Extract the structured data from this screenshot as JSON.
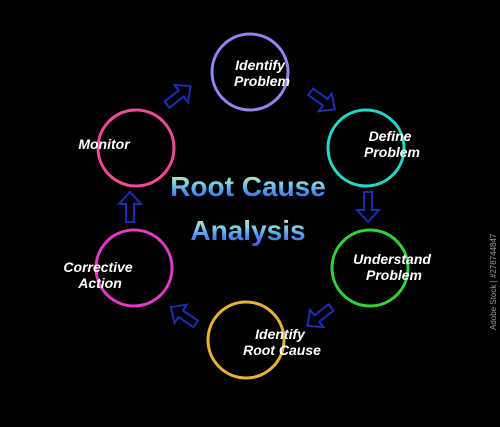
{
  "title": {
    "line1": "Root Cause",
    "line2": "Analysis"
  },
  "nodes": [
    {
      "line1": "Identify",
      "line2": "Problem",
      "color": "#8f86f0"
    },
    {
      "line1": "Define",
      "line2": "Problem",
      "color": "#22d6c8"
    },
    {
      "line1": "Understand",
      "line2": "Problem",
      "color": "#2ed23a"
    },
    {
      "line1": "Identify",
      "line2": "Root Cause",
      "color": "#e8b23a"
    },
    {
      "line1": "Corrective",
      "line2": "Action",
      "color": "#e438c9"
    },
    {
      "line1": "Monitor",
      "line2": "",
      "color": "#f14a96"
    }
  ],
  "arrow_color": "#1a2eb0",
  "side_text": "Adobe Stock | #278744847",
  "colors": {
    "background": "#000000",
    "title_gradient": [
      "#f5e77a",
      "#7ad3e6",
      "#4a8df0",
      "#5b4fd8"
    ]
  }
}
